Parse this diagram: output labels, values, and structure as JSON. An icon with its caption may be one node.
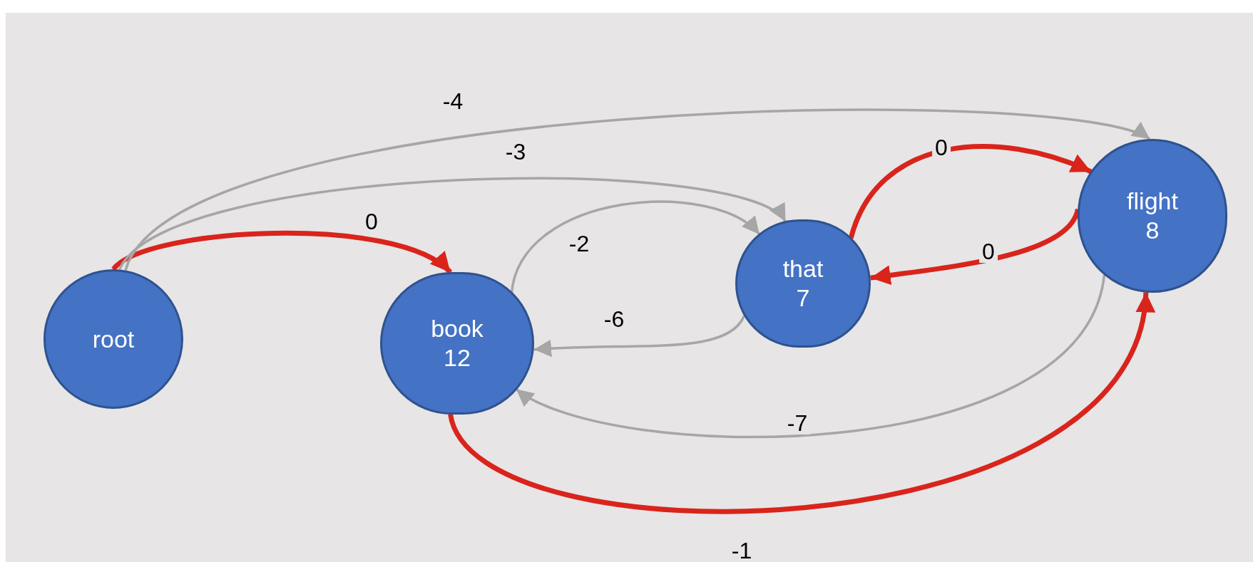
{
  "diagram": {
    "nodes": [
      {
        "text": [
          "root"
        ]
      },
      {
        "text": [
          "book",
          "12"
        ]
      },
      {
        "text": [
          "that",
          "7"
        ]
      },
      {
        "text": [
          "flight",
          "8"
        ]
      }
    ],
    "edges": [
      {
        "from": 0,
        "to": 1,
        "arrow": "to",
        "label": "0",
        "style": "thick",
        "color": "#d9241c"
      },
      {
        "from": 0,
        "to": 2,
        "arrow": "to",
        "label": "-3"
      },
      {
        "from": 0,
        "to": 3,
        "arrow": "to",
        "label": "-4"
      },
      {
        "from": 1,
        "to": 2,
        "arrow": "to",
        "label": "-2"
      },
      {
        "from": 2,
        "to": 1,
        "arrow": "to",
        "label": "-6"
      },
      {
        "from": 2,
        "to": 3,
        "arrow": "to",
        "label": "0",
        "style": "thick",
        "color": "#d9241c"
      },
      {
        "from": 3,
        "to": 2,
        "arrow": "to",
        "label": "0",
        "style": "thick",
        "color": "#d9241c"
      },
      {
        "from": 3,
        "to": 1,
        "arrow": "to",
        "label": "-7"
      },
      {
        "from": 1,
        "to": 3,
        "arrow": "to",
        "label": "-1",
        "style": "thick",
        "color": "#d9241c"
      }
    ]
  }
}
